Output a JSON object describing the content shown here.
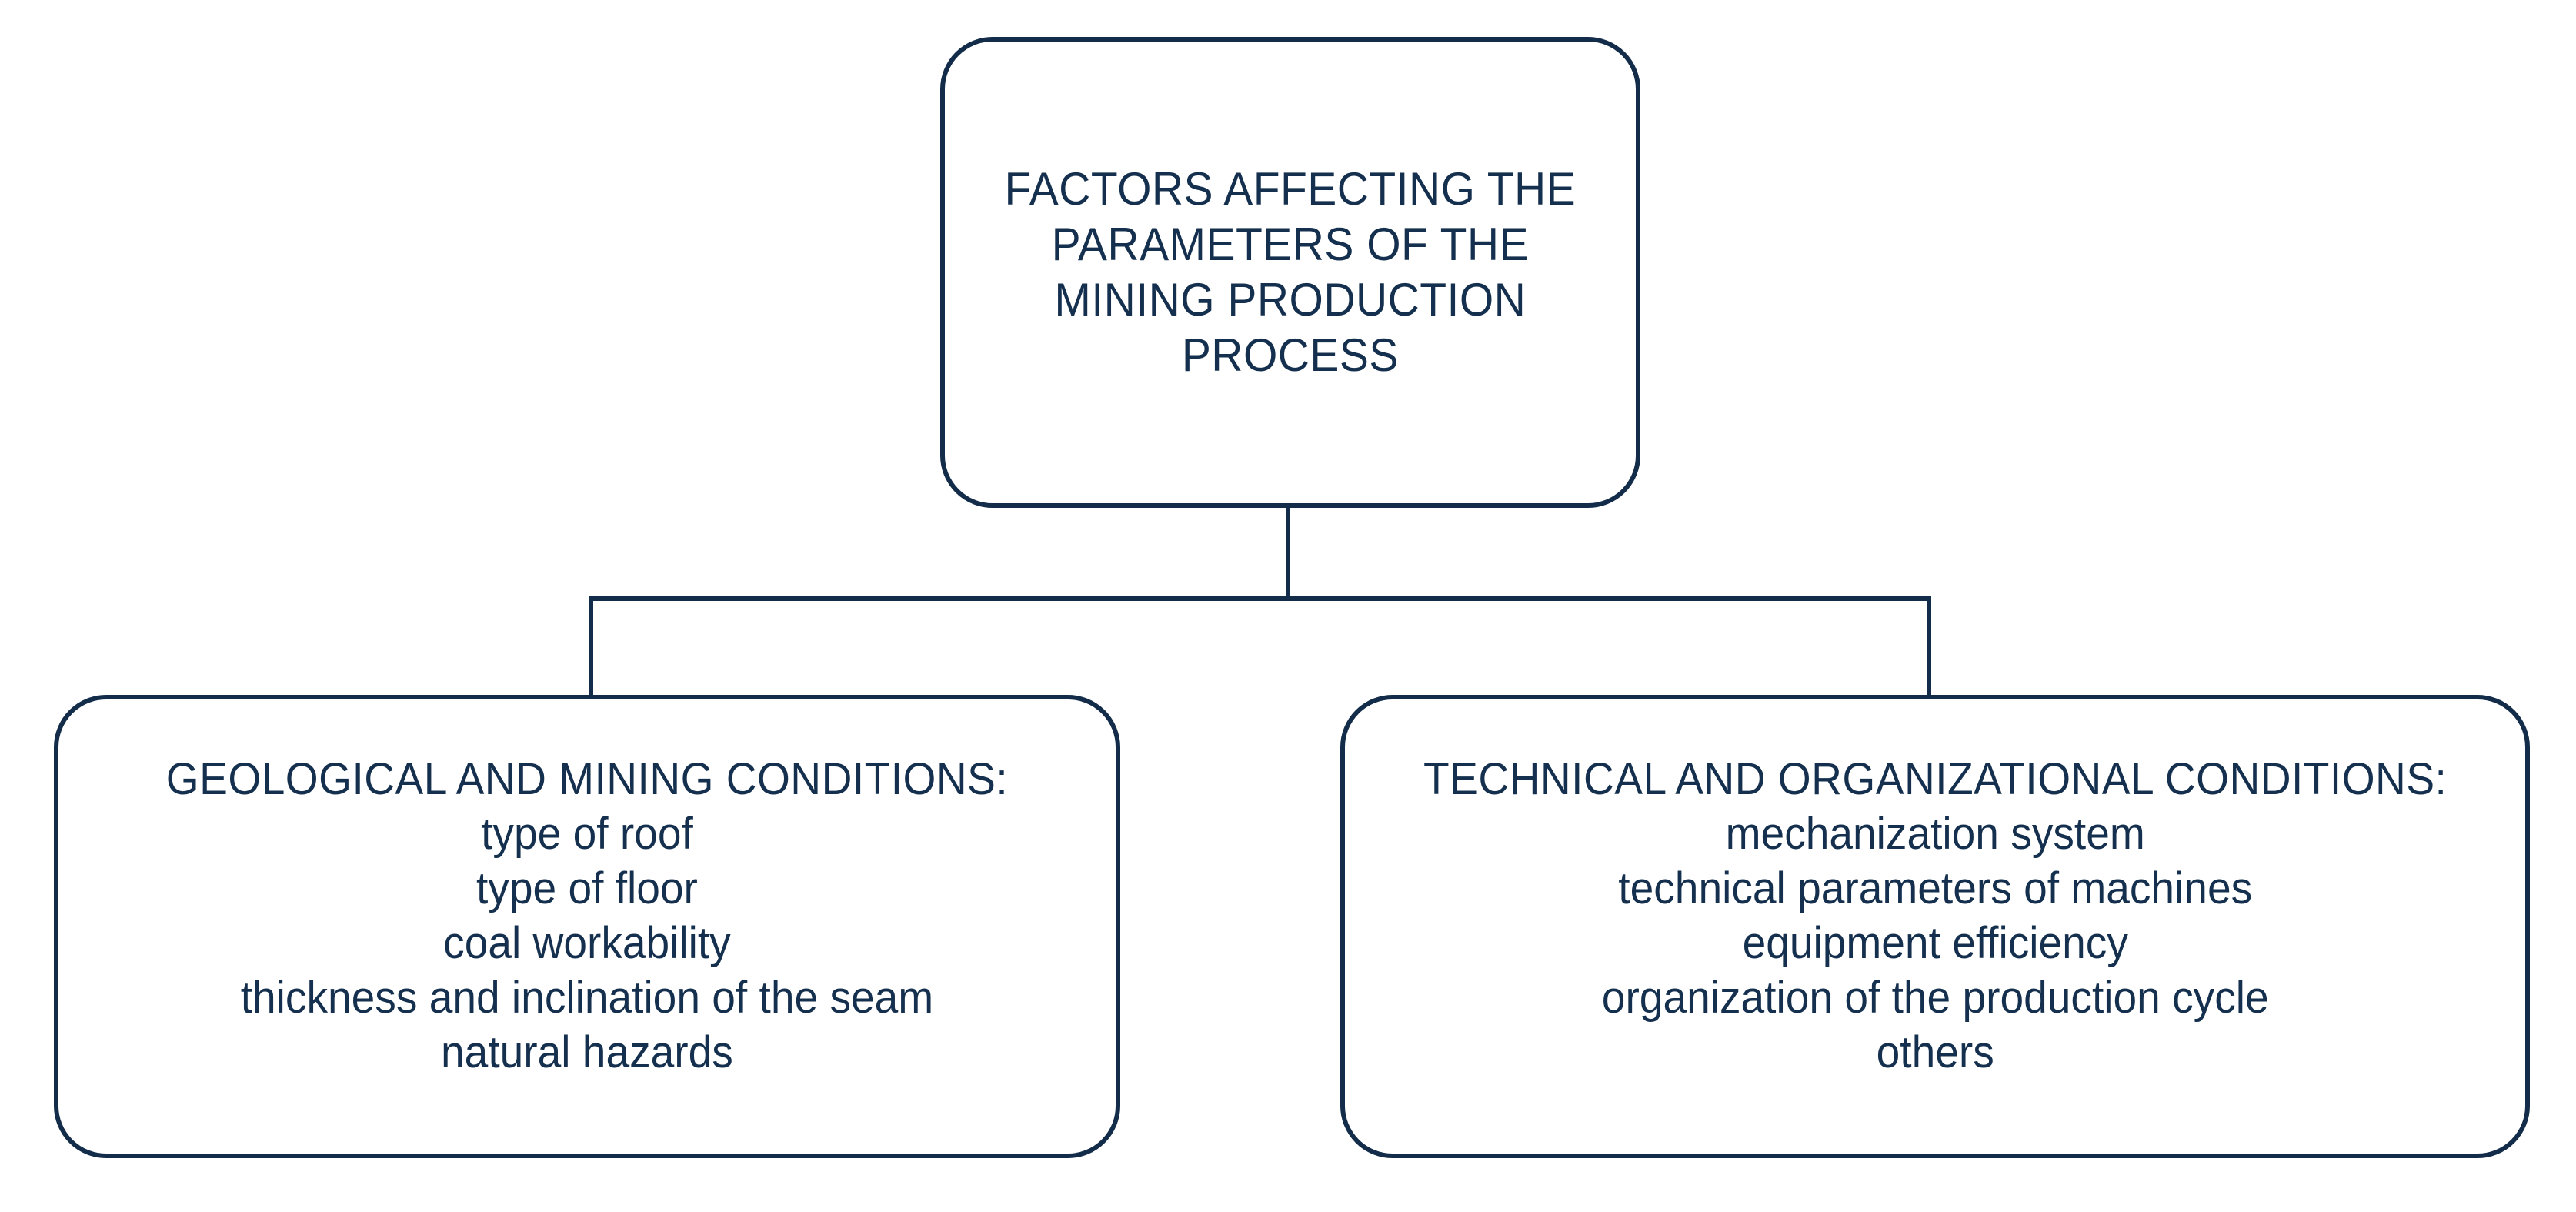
{
  "colors": {
    "ink": "#122c49",
    "background": "#ffffff"
  },
  "diagram": {
    "root_box": {
      "title_lines": [
        "FACTORS AFFECTING THE",
        "PARAMETERS OF THE",
        "MINING PRODUCTION",
        "PROCESS"
      ]
    },
    "left_box": {
      "heading": "GEOLOGICAL AND MINING CONDITIONS:",
      "items": [
        "type of roof",
        "type of floor",
        "coal workability",
        "thickness and inclination of the seam",
        "natural hazards"
      ]
    },
    "right_box": {
      "heading": "TECHNICAL AND ORGANIZATIONAL CONDITIONS:",
      "items": [
        "mechanization system",
        "technical parameters of machines",
        "equipment efficiency",
        "organization of the production cycle",
        "others"
      ]
    }
  }
}
